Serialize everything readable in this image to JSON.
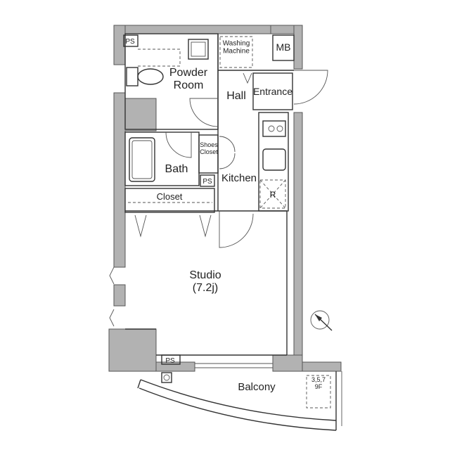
{
  "rooms": {
    "powder_room": "Powder\nRoom",
    "washing_machine": "Washing\nMachine",
    "mb": "MB",
    "hall": "Hall",
    "entrance": "Entrance",
    "bath": "Bath",
    "shoes_closet": "Shoes\nCloset",
    "kitchen": "Kitchen",
    "closet": "Closet",
    "studio": "Studio\n(7.2j)",
    "balcony": "Balcony",
    "refrigerator": "R",
    "ps_top": "PS",
    "ps_kitchen": "PS",
    "ps_bottom": "PS",
    "floors": "3,5,7\n9F"
  },
  "colors": {
    "wall": "#b2b2b2",
    "line": "#333333",
    "background": "#ffffff"
  },
  "icons": [
    "compass-icon",
    "door-swing-icon",
    "toilet-icon",
    "bathtub-icon",
    "stove-icon",
    "sink-icon"
  ]
}
